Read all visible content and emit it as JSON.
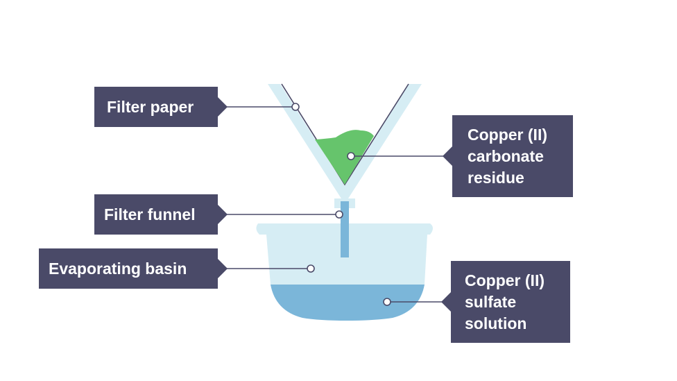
{
  "diagram": {
    "labels": {
      "filter_paper": "Filter paper",
      "filter_funnel": "Filter funnel",
      "evaporating_basin": "Evaporating basin",
      "carbonate_residue": "Copper (II)\ncarbonate\nresidue",
      "sulfate_solution": "Copper (II)\nsulfate\nsolution"
    },
    "colors": {
      "label_background": "#4a4a68",
      "label_text": "#ffffff",
      "funnel_glass": "#d6edf4",
      "filtrate_blue": "#7bb6d9",
      "residue_green": "#66c46c",
      "leader_line": "#4a4a68"
    }
  }
}
